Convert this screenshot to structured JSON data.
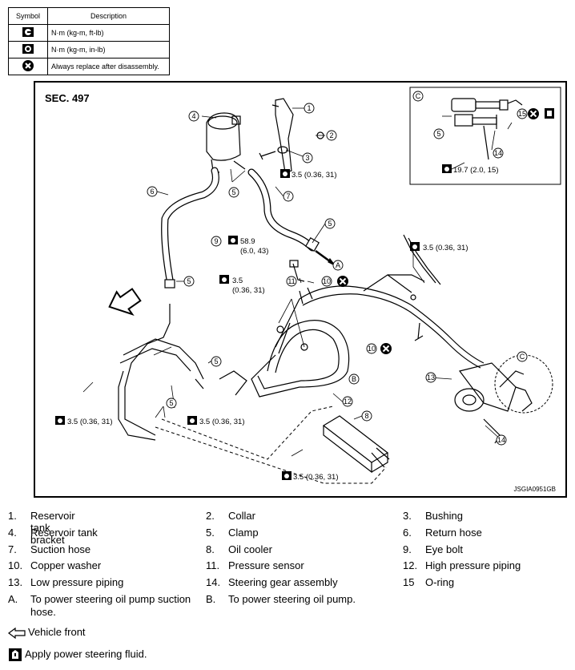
{
  "symbol_table": {
    "header_symbol": "Symbol",
    "header_description": "Description",
    "rows": [
      {
        "icon": "torque-wrench-icon",
        "description": "N·m (kg-m, ft-lb)"
      },
      {
        "icon": "torque-wrench-small-icon",
        "description": "N·m (kg-m, in-lb)"
      },
      {
        "icon": "replace-x-icon",
        "description": "Always replace after disassembly."
      }
    ]
  },
  "diagram": {
    "section": "SEC. 497",
    "code": "JSGIA0951GB",
    "torques": {
      "t1": "3.5 (0.36, 31)",
      "t2": "3.5 (0.36, 31)",
      "t3": "3.5 (0.36, 31)",
      "t4": "3.5 (0.36, 31)",
      "t5": "3.5 (0.36, 31)",
      "t6_a": "3.5",
      "t6_b": "(0.36, 31)",
      "t9_a": "58.9",
      "t9_b": "(6.0, 43)",
      "tc": "19.7 (2.0, 15)"
    },
    "callouts": [
      "1",
      "2",
      "3",
      "4",
      "5",
      "6",
      "7",
      "8",
      "9",
      "10",
      "11",
      "12",
      "13",
      "14",
      "15",
      "A",
      "B",
      "C"
    ]
  },
  "legend": [
    {
      "num": "1.",
      "label": "Reservoir tank bracket"
    },
    {
      "num": "2.",
      "label": "Collar"
    },
    {
      "num": "3.",
      "label": "Bushing"
    },
    {
      "num": "4.",
      "label": "Reservoir tank"
    },
    {
      "num": "5.",
      "label": "Clamp"
    },
    {
      "num": "6.",
      "label": "Return hose"
    },
    {
      "num": "7.",
      "label": "Suction hose"
    },
    {
      "num": "8.",
      "label": "Oil cooler"
    },
    {
      "num": "9.",
      "label": "Eye bolt"
    },
    {
      "num": "10.",
      "label": "Copper washer"
    },
    {
      "num": "11.",
      "label": "Pressure sensor"
    },
    {
      "num": "12.",
      "label": "High pressure piping"
    },
    {
      "num": "13.",
      "label": "Low pressure piping"
    },
    {
      "num": "14.",
      "label": "Steering gear assembly"
    },
    {
      "num": "15",
      "label": "O-ring"
    },
    {
      "num": "A.",
      "label": "To power steering oil pump suction hose."
    },
    {
      "num": "B.",
      "label": "To power steering oil pump."
    }
  ],
  "notes": {
    "vehicle_front": "Vehicle front",
    "apply_fluid": "Apply power steering fluid."
  }
}
